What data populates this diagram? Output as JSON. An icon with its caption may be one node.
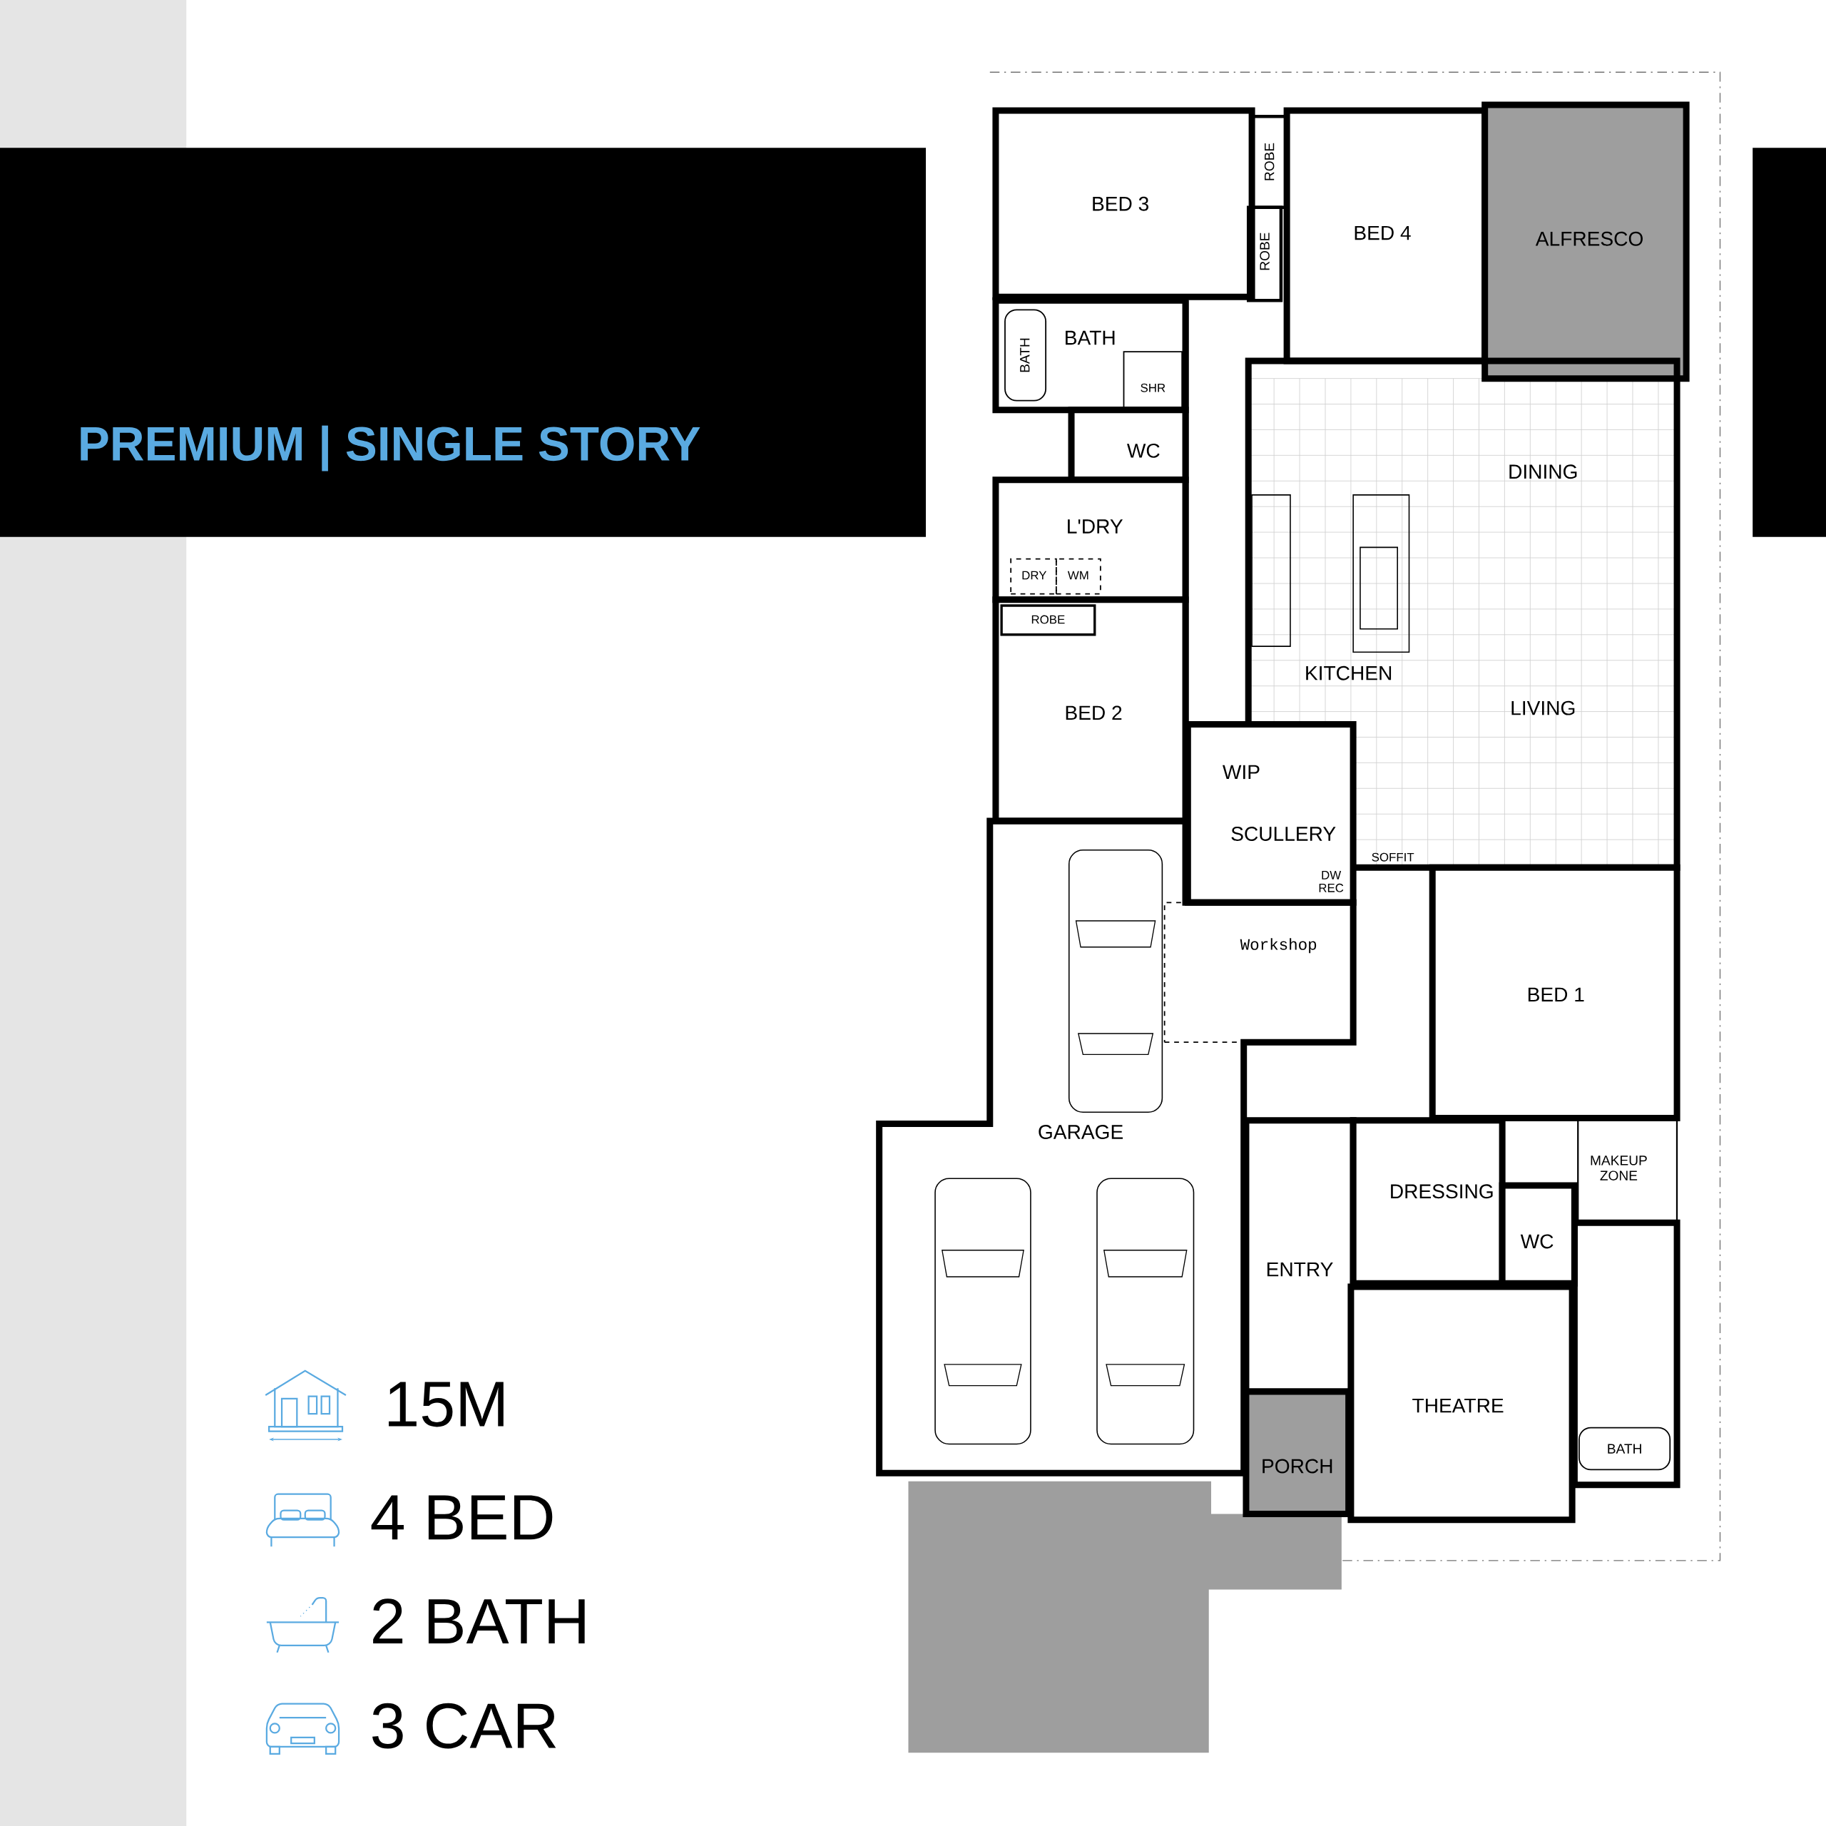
{
  "diagram": {
    "nodes": [
      {
        "text": [
          "BED 3"
        ]
      },
      {
        "text": [
          "ROBE"
        ]
      },
      {
        "text": [
          "ROBE"
        ]
      },
      {
        "text": [
          "BED 4"
        ]
      },
      {
        "text": [
          "ALFRESCO"
        ]
      },
      {
        "text": [
          "BATH"
        ]
      },
      {
        "text": [
          "BATH"
        ],
        "in": 5
      },
      {
        "text": [
          "SHR"
        ],
        "in": 5
      },
      {
        "text": [
          "WC"
        ]
      },
      {
        "text": [
          "L'DRY"
        ]
      },
      {
        "text": [
          "DRY"
        ],
        "in": 9
      },
      {
        "text": [
          "WM"
        ],
        "in": 9
      },
      {
        "text": [
          "BED 2"
        ]
      },
      {
        "text": [
          "ROBE"
        ],
        "in": 12
      },
      {
        "text": [
          "DINING",
          "KITCHEN",
          "LIVING"
        ]
      },
      {
        "text": [
          "SCULLERY"
        ]
      },
      {
        "text": [
          "WIP"
        ],
        "in": 15
      },
      {
        "text": [
          "GARAGE"
        ]
      },
      {
        "text": [
          "Workshop"
        ],
        "in": 17
      },
      {
        "text": [
          "BED 1"
        ]
      },
      {
        "text": [
          "ENTRY"
        ]
      },
      {
        "text": [
          "DRESSING"
        ]
      },
      {
        "text": [
          "MAKEUP ZONE"
        ]
      },
      {
        "text": [
          "WC"
        ]
      },
      {
        "text": [
          "BATH"
        ]
      },
      {
        "text": [
          "THEATRE"
        ]
      },
      {
        "text": [
          "PORCH"
        ]
      }
    ],
    "labels": [
      "PREMIUM | SINGLE STORY",
      "SOFFIT",
      "DW REC",
      "15M",
      "4 BED",
      "2 BATH",
      "3 CAR"
    ]
  }
}
